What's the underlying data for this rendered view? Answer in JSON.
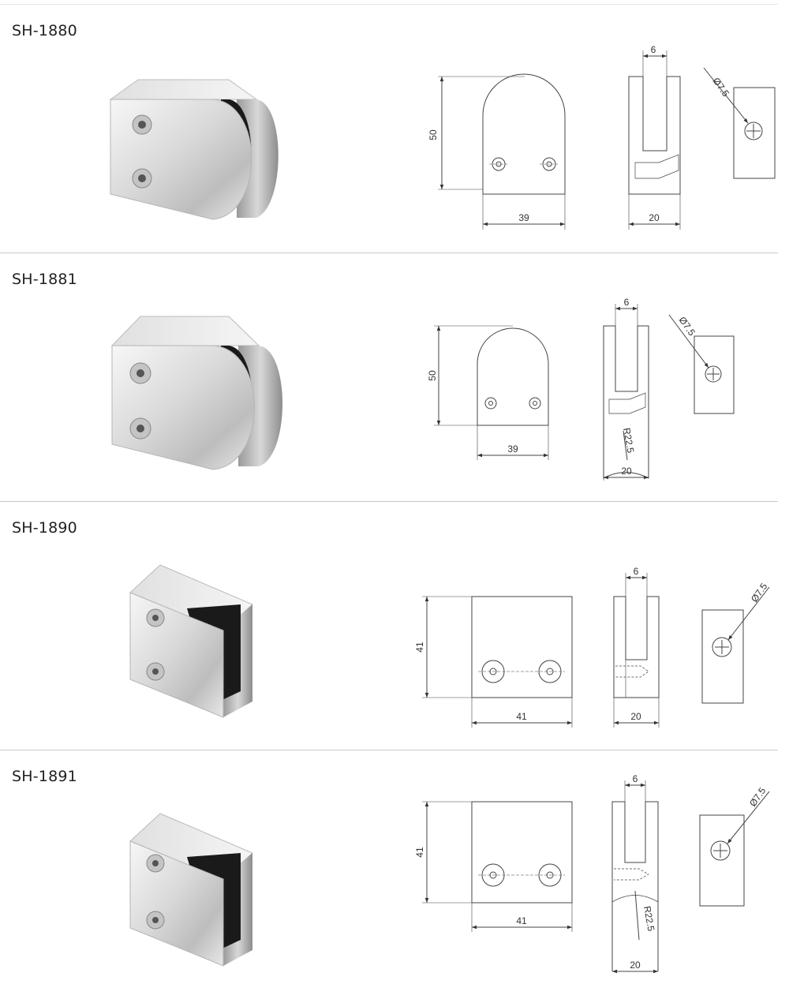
{
  "products": [
    {
      "code": "SH-1880",
      "front": {
        "height": "50",
        "width": "39"
      },
      "side": {
        "slot": "6",
        "depth": "20",
        "radius": ""
      },
      "hole": {
        "diameter": "Ø7.5"
      }
    },
    {
      "code": "SH-1881",
      "front": {
        "height": "50",
        "width": "39"
      },
      "side": {
        "slot": "6",
        "depth": "20",
        "radius": "R22.5"
      },
      "hole": {
        "diameter": "Ø7.5"
      }
    },
    {
      "code": "SH-1890",
      "front": {
        "height": "41",
        "width": "41"
      },
      "side": {
        "slot": "6",
        "depth": "20",
        "radius": ""
      },
      "hole": {
        "diameter": "Ø7.5"
      }
    },
    {
      "code": "SH-1891",
      "front": {
        "height": "41",
        "width": "41"
      },
      "side": {
        "slot": "6",
        "depth": "20",
        "radius": "R22.5"
      },
      "hole": {
        "diameter": "Ø7.5"
      }
    }
  ]
}
